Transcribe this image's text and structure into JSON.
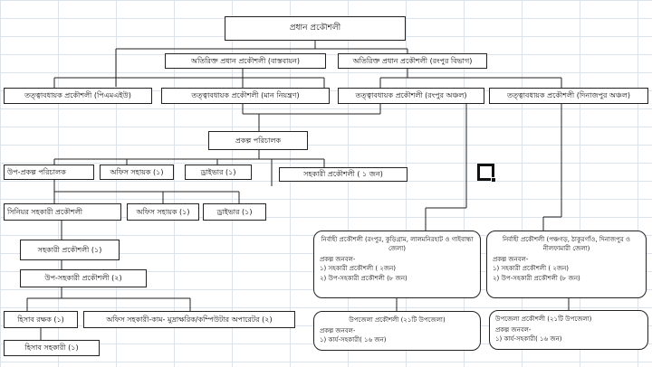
{
  "colors": {
    "grid": "#dbe3ef",
    "border": "#222222",
    "background": "#ffffff"
  },
  "org": {
    "chief_engineer": "প্রধান প্রকৌশলী",
    "addl_chief_implementation": "অতিরিক্ত প্রধান প্রকৌশলী (বাস্তবায়ন)",
    "addl_chief_rangpur": "অতিরিক্ত প্রধান প্রকৌশলী (রংপুর বিভাগ)",
    "se_pmu": "তত্ত্বাবধায়ক প্রকৌশলী (পিএমএইউ)",
    "se_quality": "তত্ত্বাবধায়ক প্রকৌশলী (মান নিয়ন্ত্রণ)",
    "se_rangpur": "তত্ত্বাবধায়ক প্রকৌশলী (রংপুর অঞ্চল)",
    "se_dinajpur": "তত্ত্বাবধায়ক প্রকৌশলী (দিনাজপুর অঞ্চল)",
    "project_director": "প্রকল্প পরিচালক",
    "deputy_project_director": "উপ-প্রকল্প পরিচালক",
    "office_assistant_1": "অফিস সহায়ক (১)",
    "driver_1": "ড্রাইভার (১)",
    "assistant_engineer_1": "সহকারী প্রকৌশলী ( ১ জন)",
    "senior_assistant_engineer": "সিনিয়র সহকারী প্রকৌশলী",
    "office_assistant_2": "অফিস সহায়ক (১)",
    "driver_2": "ড্রাইভার (১)",
    "assistant_engineer_2": "সহকারী প্রকৌশলী (১)",
    "sub_assistant_engineer": "উপ-সহকারী প্রকৌশলী (২)",
    "accountant": "হিসাব রক্ষক (১)",
    "office_staff": "অফিস সহকারী-কাম- মুদ্রাক্ষরিক/কম্পিউটার অপারেটর (২)",
    "accounts_assistant": "হিসাব সহকারী (১)",
    "exec_rangpur": {
      "title": "নির্বাহী প্রকৌশলী (রংপুর, কুড়িগ্রাম, লালমনিরহাট ও গাইবান্ধা জেলা)",
      "staff_heading": "প্রকল্প জনবল-",
      "items": [
        "১) সহকারী প্রকৌশলী ( ২জন)",
        "২) উপ-সহকারী প্রকৌশলী (৮ জন)"
      ]
    },
    "exec_dinajpur": {
      "title": "নির্বাহী প্রকৌশলী (পঞ্চগড়, ঠাকুরগাঁও, দিনাজপুর ও নীলফামারী জেলা)",
      "staff_heading": "প্রকল্প জনবল-",
      "items": [
        "১) সহকারী প্রকৌশলী ( ২জন)",
        "২) উপ-সহকারী প্রকৌশলী (৮ জন)"
      ]
    },
    "upazila_rangpur": {
      "title": "উপজেলা প্রকৌশলী (২১টি উপজেলা)",
      "staff_heading": "প্রকল্প জনবল-",
      "items": [
        "১) কার্য-সহকারী( ১৬ জন)"
      ]
    },
    "upazila_dinajpur": {
      "title": "উপজেলা প্রকৌশলী (২১টি উপজেলা)",
      "staff_heading": "প্রকল্প জনবল-",
      "items": [
        "১) কার্য-সহকারী( ১৬ জন)"
      ]
    }
  }
}
